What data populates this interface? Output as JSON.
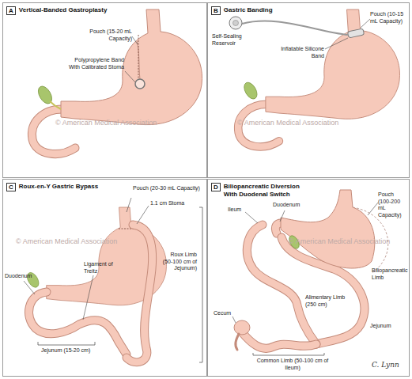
{
  "diagram": {
    "nodes": [
      {
        "text": [
          "A",
          "Vertical-Banded Gastroplasty"
        ]
      },
      {
        "text": [
          "B",
          "Gastric Banding"
        ]
      },
      {
        "text": [
          "C",
          "Roux-en-Y Gastric Bypass"
        ]
      },
      {
        "text": [
          "D",
          "Biliopancreatic Diversion With Duodenal Switch"
        ]
      }
    ],
    "labels": [
      "Pouch (15-20 mL Capacity)",
      "Polypropylene Band With Calibrated Stoma",
      "Self-Sealing Reservoir",
      "Pouch (10-15 mL Capacity)",
      "Inflatable Silicone Band",
      "Pouch (20-30 mL Capacity)",
      "1.1 cm Stoma",
      "Roux Limb (50-100 cm of Jejunum)",
      "Duodenum",
      "Ligament of Treitz",
      "Jejunum (15-20 cm)",
      "Ileum",
      "Duodenum",
      "Pouch (100-200 mL Capacity)",
      "Biliopancreatic Limb",
      "Cecum",
      "Alimentary Limb (250 cm)",
      "Jejunum",
      "Common Limb (50-100 cm of Ileum)",
      "C. Lynn",
      "© American Medical Association",
      "© American Medical Association",
      "© American Medical Association",
      "© American Medical Association"
    ]
  }
}
